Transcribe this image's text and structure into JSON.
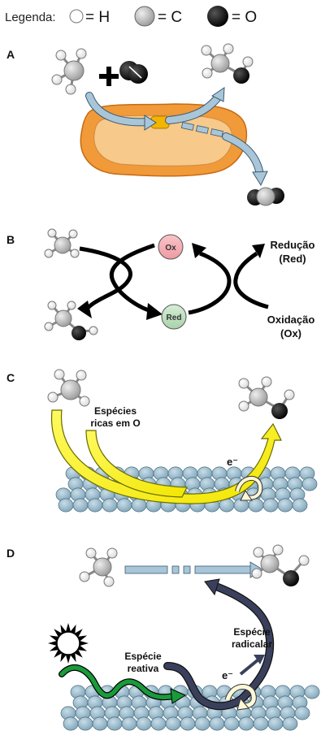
{
  "legend": {
    "title": "Legenda:",
    "items": [
      {
        "symbol": "= H",
        "fill": "#ffffff"
      },
      {
        "symbol": "= C",
        "fill": "#c8c8c8"
      },
      {
        "symbol": "= O",
        "fill": "#1a1a1a"
      }
    ]
  },
  "panels": {
    "a": {
      "letter": "A"
    },
    "b": {
      "letter": "B",
      "ox_circle": "Ox",
      "red_circle": "Red",
      "reducao_line1": "Redução",
      "reducao_line2": "(Red)",
      "oxidacao_line1": "Oxidação",
      "oxidacao_line2": "(Ox)"
    },
    "c": {
      "letter": "C",
      "especies_line1": "Espécies",
      "especies_line2": "ricas em O",
      "electron": "e⁻"
    },
    "d": {
      "letter": "D",
      "especie_reativa_line1": "Espécie",
      "especie_reativa_line2": "reativa",
      "especie_radicalar_line1": "Espécie",
      "especie_radicalar_line2": "radicalar",
      "electron": "e⁻"
    }
  },
  "colors": {
    "hydrogen": "#ffffff",
    "carbon": "#c8c8c8",
    "oxygen": "#1a1a1a",
    "cell_outer": "#f09a3a",
    "cell_inner": "#f7c98a",
    "arrow_lightblue": "#a9c6d8",
    "ox_circle": "#f4a9b0",
    "red_circle": "#bfe0c0",
    "yellow_arrow": "#f5f000",
    "surface_atoms": "#8fb4c6",
    "green_arrow": "#1a9a3a",
    "dark_arrow": "#3a3f5c",
    "cream_arrow": "#fff7d6"
  }
}
